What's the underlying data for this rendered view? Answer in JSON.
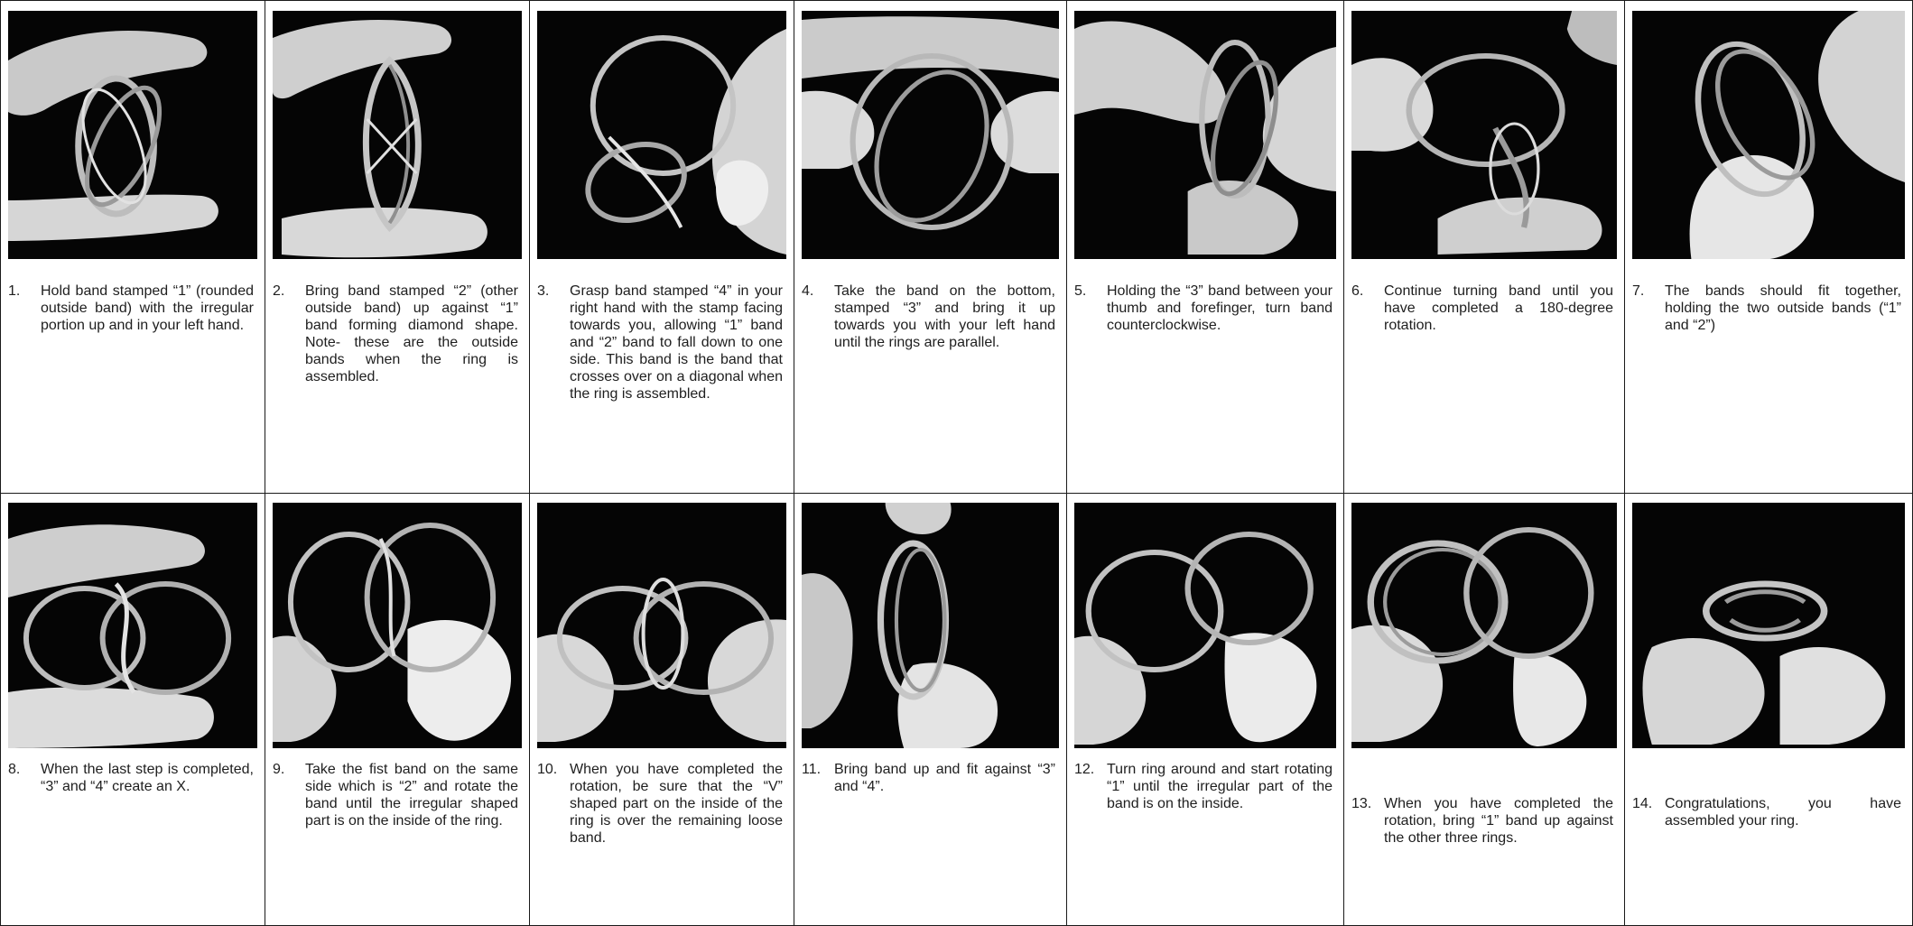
{
  "steps": [
    {
      "number": "1.",
      "text": "Hold band stamped “1” (rounded outside band) with the irregular portion up and in your left hand."
    },
    {
      "number": "2.",
      "text": "Bring band stamped “2” (other outside band) up against “1” band forming diamond shape. Note- these are the outside bands when the ring is assembled."
    },
    {
      "number": "3.",
      "text": "Grasp band stamped “4” in your right hand with the stamp facing towards you, allowing “1” band and “2” band to fall down to one side. This band is the band that crosses over on a diagonal when the ring is assembled."
    },
    {
      "number": "4.",
      "text": "Take the band on the bottom, stamped “3” and bring it up towards you with your left hand until the rings are parallel."
    },
    {
      "number": "5.",
      "text": "Holding the “3” band between your thumb and forefinger, turn band counterclockwise."
    },
    {
      "number": "6.",
      "text": "Continue turning band until you have completed a 180-degree rotation."
    },
    {
      "number": "7.",
      "text": "The bands should fit together, holding the two outside bands (“1” and “2”)"
    },
    {
      "number": "8.",
      "text": "When the last step is completed, “3” and “4” create an X."
    },
    {
      "number": "9.",
      "text": "Take the fist band on the same side which is “2” and rotate the band until the irregular shaped part is on the inside of the ring."
    },
    {
      "number": "10.",
      "text": "When you have completed the rotation, be sure that the “V” shaped part on the inside of the ring is over the remaining loose band."
    },
    {
      "number": "11.",
      "text": "Bring band up and fit against “3” and “4”."
    },
    {
      "number": "12.",
      "text": "Turn ring around and start rotating “1” until the irregular part of the band is on the inside."
    },
    {
      "number": "13.",
      "text": "When you have completed the rotation, bring “1” band up against the other three rings."
    },
    {
      "number": "14.",
      "text": "Congratulations, you have assembled your ring."
    }
  ]
}
